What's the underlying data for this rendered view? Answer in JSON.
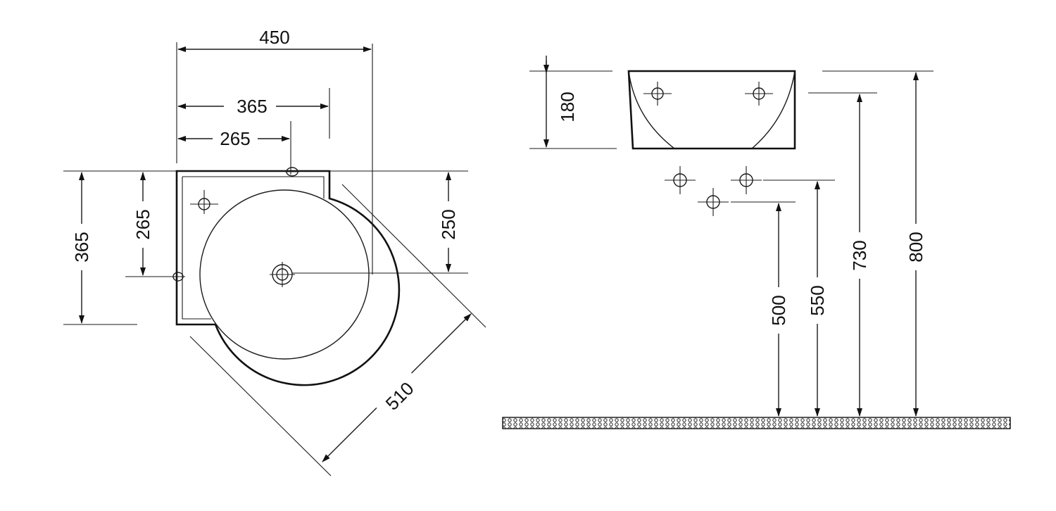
{
  "colors": {
    "line": "#1a1a1a",
    "background": "#ffffff"
  },
  "plan_view": {
    "width_overall": "450",
    "width_to_tap_side": "365",
    "width_to_tap": "265",
    "depth_overall": "365",
    "depth_to_side_hole": "265",
    "depth_to_drain": "250",
    "diagonal": "510"
  },
  "elevation_view": {
    "basin_height": "180",
    "waste_height": "500",
    "supply_height": "550",
    "bowl_bottom_height": "730",
    "rim_height": "800"
  }
}
